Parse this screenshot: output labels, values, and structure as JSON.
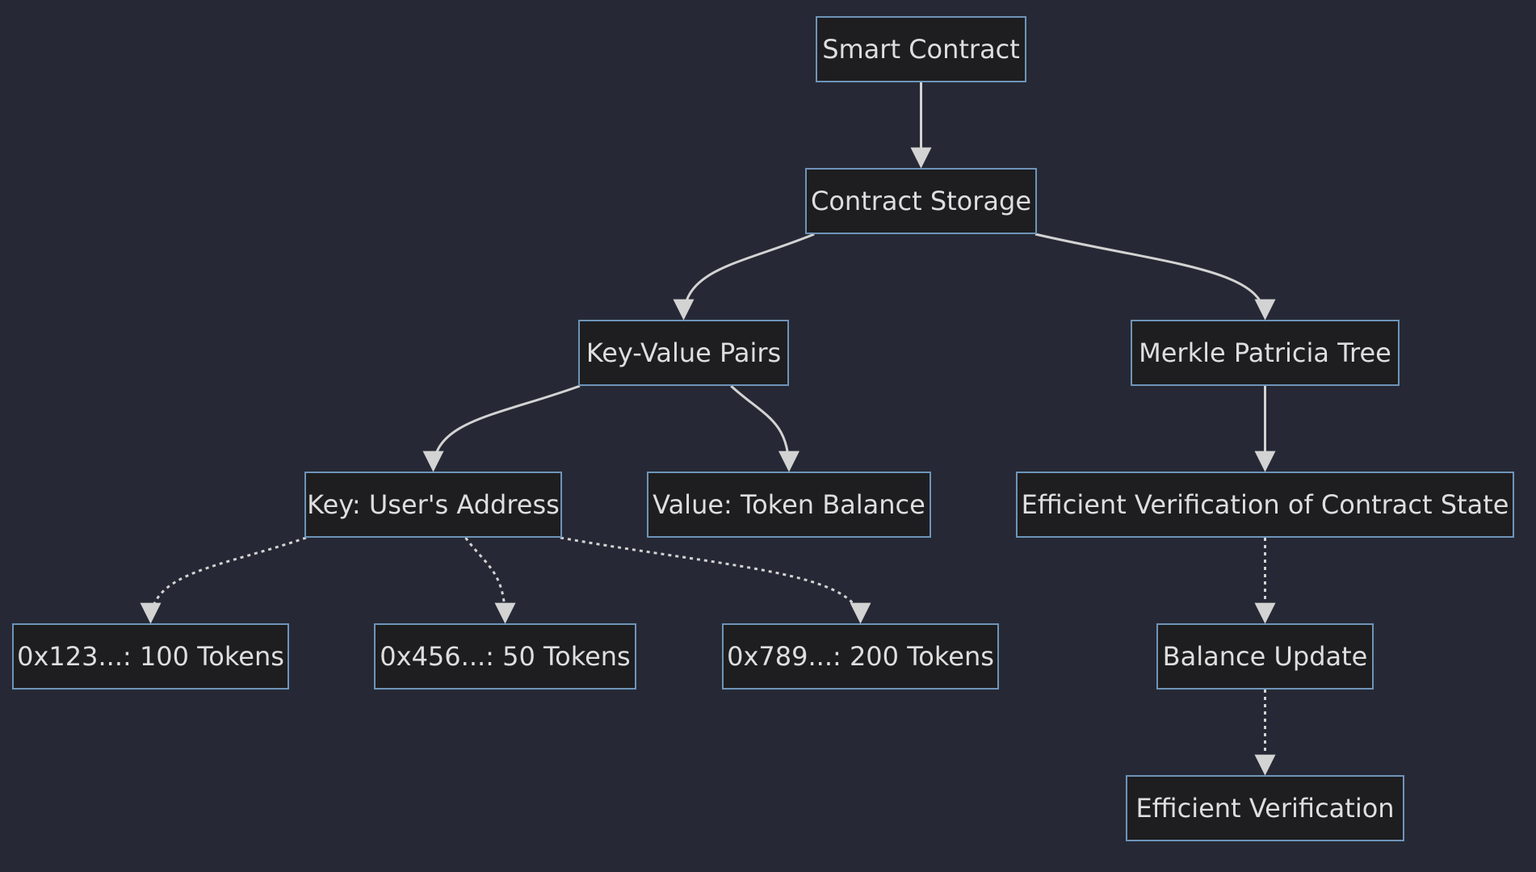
{
  "colors": {
    "background": "#262935",
    "node_fill": "#1e1e20",
    "node_border": "#6e94b9",
    "edge": "#d3d3d3",
    "text": "#dedede"
  },
  "nodes": {
    "smart_contract": "Smart Contract",
    "contract_storage": "Contract Storage",
    "key_value_pairs": "Key-Value Pairs",
    "merkle_patricia_tree": "Merkle Patricia Tree",
    "key_users_address": "Key: User's Address",
    "value_token_balance": "Value: Token Balance",
    "efficient_verification_state": "Efficient Verification of Contract State",
    "addr_0x123": "0x123...: 100 Tokens",
    "addr_0x456": "0x456...: 50 Tokens",
    "addr_0x789": "0x789...: 200 Tokens",
    "balance_update": "Balance Update",
    "efficient_verification": "Efficient Verification"
  },
  "edges": [
    {
      "from": "smart_contract",
      "to": "contract_storage",
      "style": "solid"
    },
    {
      "from": "contract_storage",
      "to": "key_value_pairs",
      "style": "solid"
    },
    {
      "from": "contract_storage",
      "to": "merkle_patricia_tree",
      "style": "solid"
    },
    {
      "from": "key_value_pairs",
      "to": "key_users_address",
      "style": "solid"
    },
    {
      "from": "key_value_pairs",
      "to": "value_token_balance",
      "style": "solid"
    },
    {
      "from": "merkle_patricia_tree",
      "to": "efficient_verification_state",
      "style": "solid"
    },
    {
      "from": "key_users_address",
      "to": "addr_0x123",
      "style": "dotted"
    },
    {
      "from": "key_users_address",
      "to": "addr_0x456",
      "style": "dotted"
    },
    {
      "from": "key_users_address",
      "to": "addr_0x789",
      "style": "dotted"
    },
    {
      "from": "efficient_verification_state",
      "to": "balance_update",
      "style": "dotted"
    },
    {
      "from": "balance_update",
      "to": "efficient_verification",
      "style": "dotted"
    }
  ]
}
